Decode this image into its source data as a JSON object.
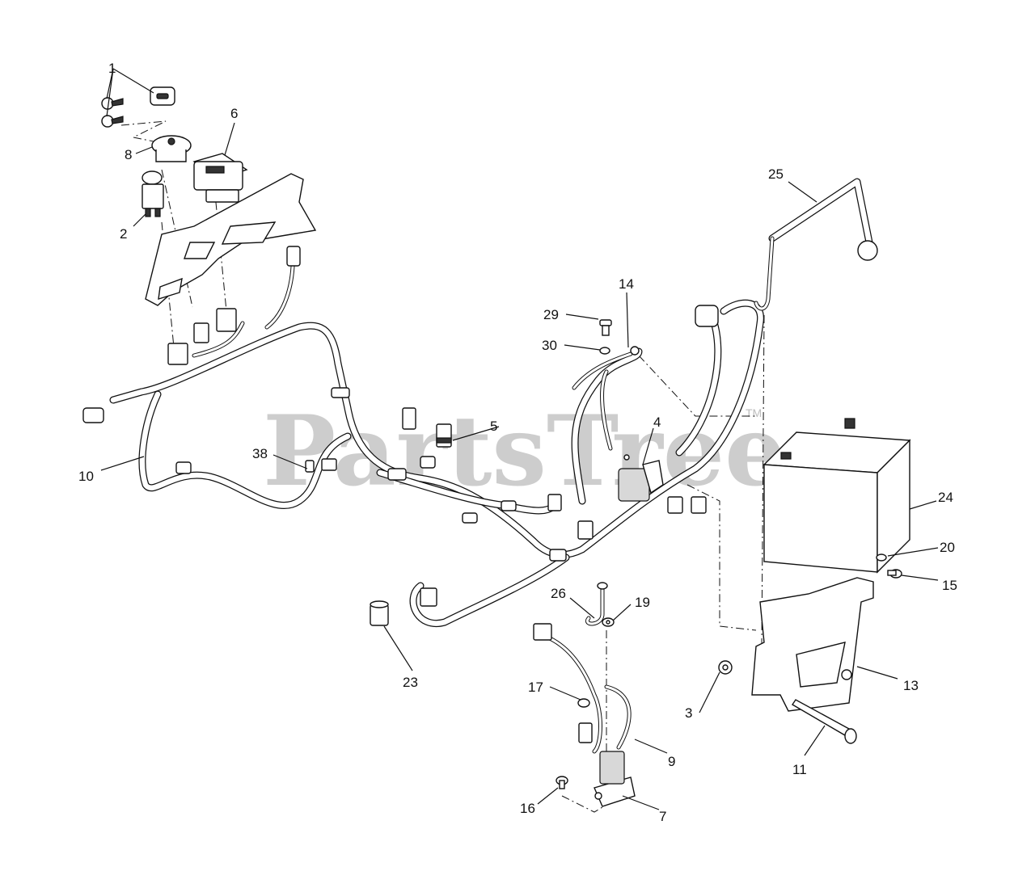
{
  "watermark": {
    "text": "PartsTree",
    "trademark": "TM"
  },
  "callouts": {
    "c1": "1",
    "c2": "2",
    "c3": "3",
    "c4": "4",
    "c5": "5",
    "c6": "6",
    "c7": "7",
    "c8": "8",
    "c9": "9",
    "c10": "10",
    "c11": "11",
    "c13": "13",
    "c14": "14",
    "c15": "15",
    "c16": "16",
    "c17": "17",
    "c19": "19",
    "c20": "20",
    "c23": "23",
    "c24": "24",
    "c25": "25",
    "c26": "26",
    "c29": "29",
    "c30": "30",
    "c38": "38"
  }
}
